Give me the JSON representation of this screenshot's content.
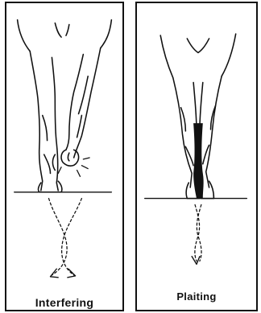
{
  "figure": {
    "panels": [
      {
        "id": "interfering",
        "caption": "Interfering"
      },
      {
        "id": "plaiting",
        "caption": "Plaiting"
      }
    ],
    "colors": {
      "line": "#111111",
      "background": "#ffffff",
      "shadow": "#111111"
    }
  }
}
